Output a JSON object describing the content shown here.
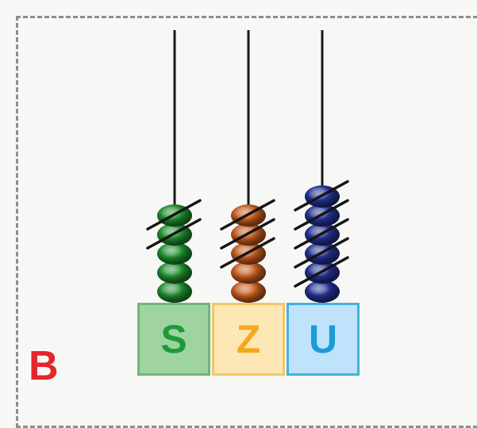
{
  "panel_label": "B",
  "colors": {
    "label": "#e4262b",
    "rod": "#1a1a1a",
    "frame": "#8d8d8d"
  },
  "columns": [
    {
      "name": "S",
      "beads": 5,
      "crossed_out": 2,
      "bead_color": "#1e8a2e",
      "box_fill": "#9fd4a2",
      "box_border": "#6fb67a",
      "letter_color": "#1f9a3a"
    },
    {
      "name": "Z",
      "beads": 5,
      "crossed_out": 3,
      "bead_color": "#c25a1e",
      "box_fill": "#fde7b4",
      "box_border": "#f3c56b",
      "letter_color": "#f3a81d"
    },
    {
      "name": "U",
      "beads": 6,
      "crossed_out": 5,
      "bead_color": "#23308f",
      "box_fill": "#bfe3fb",
      "box_border": "#47aee0",
      "letter_color": "#1b9bd7"
    }
  ]
}
